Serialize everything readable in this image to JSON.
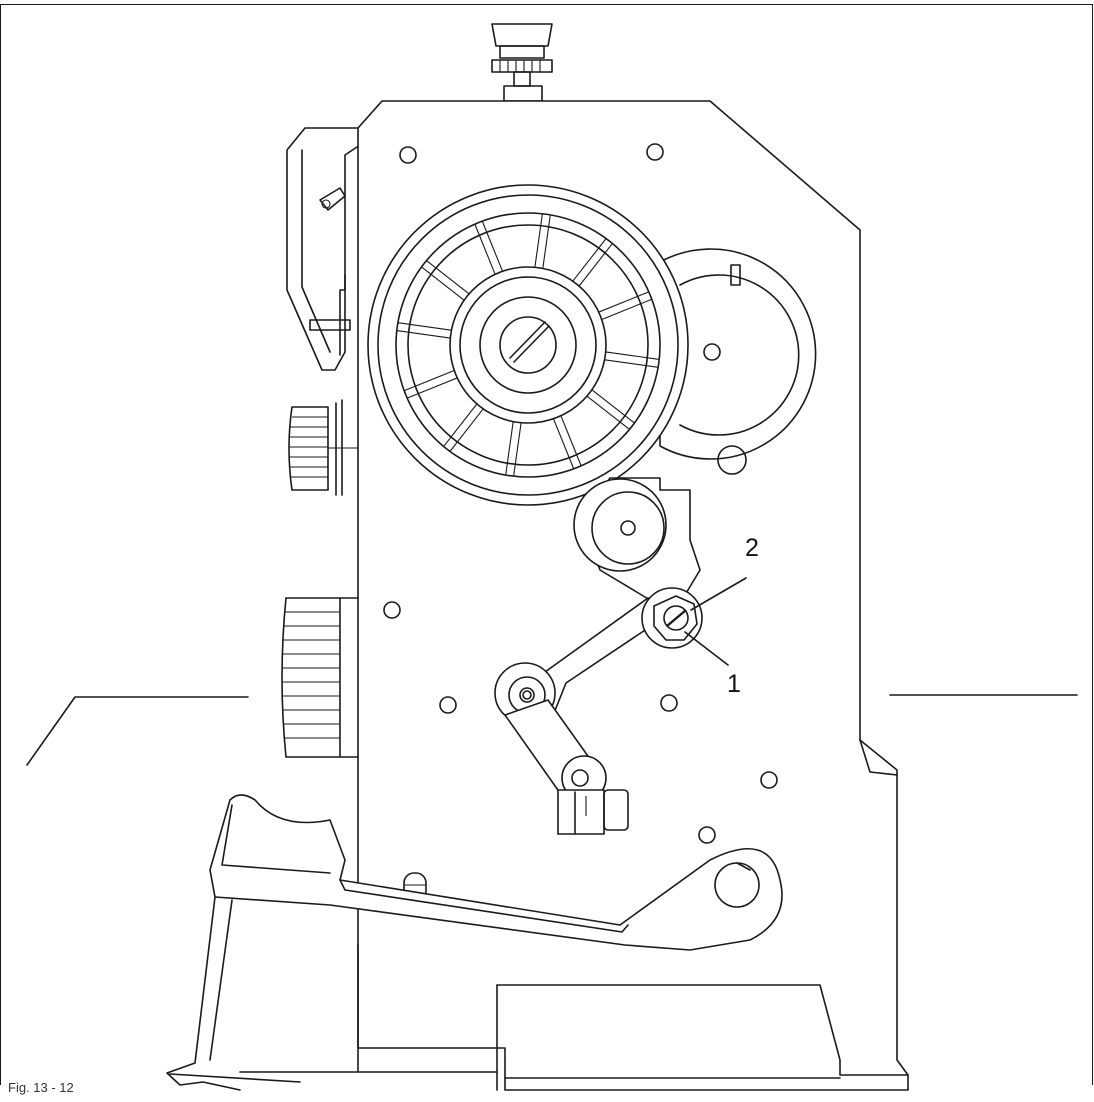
{
  "figure": {
    "caption": "Fig. 13 - 12",
    "callouts": [
      {
        "id": "1",
        "label": "1"
      },
      {
        "id": "2",
        "label": "2"
      }
    ]
  }
}
